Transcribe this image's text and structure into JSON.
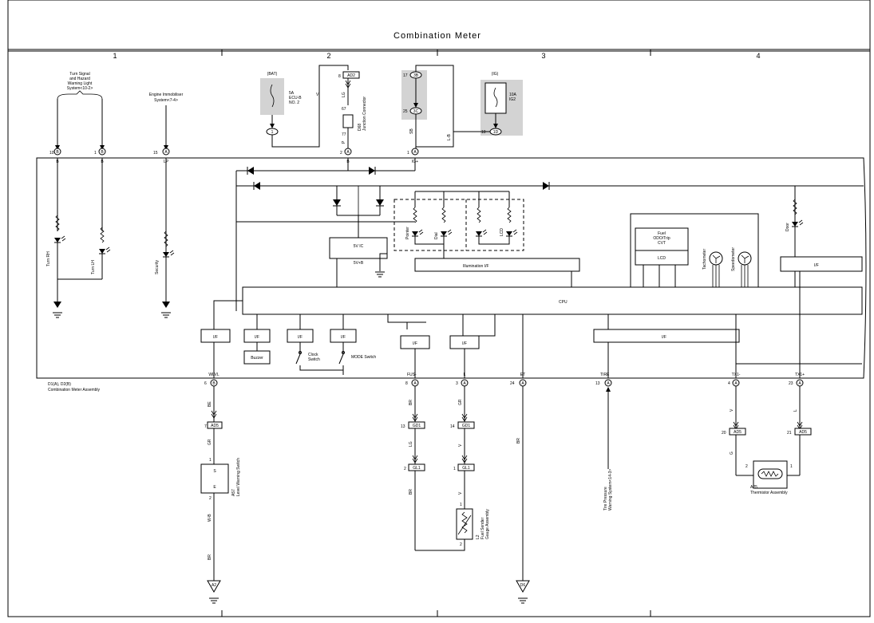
{
  "title": "Combination Meter",
  "zones": [
    "1",
    "2",
    "3",
    "4"
  ],
  "assembly": {
    "codes": "D1(A), D2(B)",
    "name": "Combination Meter Assembly"
  },
  "external_systems": {
    "turn_signal": [
      "Turn Signal",
      "and Hazard",
      "Warning Light",
      "System<10-2>"
    ],
    "immobiliser": [
      "Engine Immobiliser",
      "System<7-4>"
    ],
    "tire_pressure": [
      "Tire Pressure",
      "Warning System<14-3>"
    ]
  },
  "fuses": {
    "bat": {
      "source": "(BAT)",
      "lines": [
        "5A",
        "ECU-B",
        "NO. 2"
      ],
      "pin": "1"
    },
    "ig": {
      "source": "(IG)",
      "lines": [
        "10A",
        "IG2"
      ],
      "pin_left": "10",
      "pin": "1D"
    }
  },
  "junction": {
    "code": "D68",
    "name": "Junction Connector",
    "pins": [
      "8",
      "AD2",
      "67",
      "77"
    ]
  },
  "conn_3b_3c": {
    "pins": [
      "17",
      "3B",
      "25",
      "3C"
    ]
  },
  "pins": {
    "top": [
      {
        "num": "10",
        "conn": "B",
        "name": "B"
      },
      {
        "num": "1",
        "conn": "B",
        "name": "B"
      },
      {
        "num": "15",
        "conn": "A",
        "name": "LP"
      },
      {
        "num": "2",
        "conn": "A",
        "name": "B"
      },
      {
        "num": "1",
        "conn": "A",
        "name": "IG+"
      }
    ],
    "bottom": [
      {
        "num": "6",
        "conn": "B",
        "name": "WLVL"
      },
      {
        "num": "8",
        "conn": "A",
        "name": "FUS-"
      },
      {
        "num": "3",
        "conn": "A",
        "name": "L"
      },
      {
        "num": "24",
        "conn": "A",
        "name": "ET"
      },
      {
        "num": "13",
        "conn": "A",
        "name": "TIRE"
      },
      {
        "num": "4",
        "conn": "A",
        "name": "TX1-"
      },
      {
        "num": "23",
        "conn": "A",
        "name": "TX1+"
      }
    ]
  },
  "wire_colors": {
    "v1": "V",
    "lg1": "LG",
    "p": "P",
    "sb": "SB",
    "lb": "L-B",
    "be": "BE",
    "gr1": "GR",
    "wb": "W-B",
    "br1": "BR",
    "br2": "BR",
    "lg2": "LG",
    "br3": "BR",
    "gr2": "GR",
    "v2": "V",
    "v3": "V",
    "br4": "BR",
    "v4": "V",
    "g": "G",
    "l": "L"
  },
  "internal": {
    "leds": [
      "Turn RH",
      "Turn LH",
      "Security",
      "Pointer",
      "Dial",
      "LCD",
      "Door"
    ],
    "blocks": {
      "vic": "5V IC",
      "vb": "5V+B",
      "illum": "Illumination I/F",
      "cpu": "CPU",
      "fuel": [
        "Fuel",
        "ODO/Trip",
        "CVT"
      ],
      "lcd": "LCD",
      "tach": "Tachometer",
      "speed": "Speedometer",
      "if": "I/F",
      "buzzer": "Buzzer",
      "clock": [
        "Clock",
        "Switch"
      ],
      "mode": "MODE Switch"
    }
  },
  "connectors": {
    "ad5a": {
      "pin": "7",
      "conn": "AD5"
    },
    "gd1a": {
      "pin": "13",
      "conn": "GD1"
    },
    "gd1b": {
      "pin": "14",
      "conn": "GD1"
    },
    "gl1a": {
      "pin": "2",
      "conn": "GL1"
    },
    "gl1b": {
      "pin": "1",
      "conn": "GL1"
    },
    "ad5b": {
      "pin": "20",
      "conn": "AD5"
    },
    "ad5c": {
      "pin": "21",
      "conn": "AD5"
    }
  },
  "components": {
    "a57": {
      "code": "A57",
      "name": "Level Warning Switch",
      "s": "S",
      "e": "E",
      "p1": "1",
      "p2": "2"
    },
    "l2": {
      "code": "L2",
      "name": [
        "Fuel Sender",
        "Gauge Assembly"
      ],
      "p1": "1",
      "p2": "2"
    },
    "a25": {
      "code": "A25",
      "name": "Thermistor Assembly",
      "p1": "2",
      "p2": "1"
    }
  },
  "grounds": [
    "A2",
    "D6"
  ]
}
